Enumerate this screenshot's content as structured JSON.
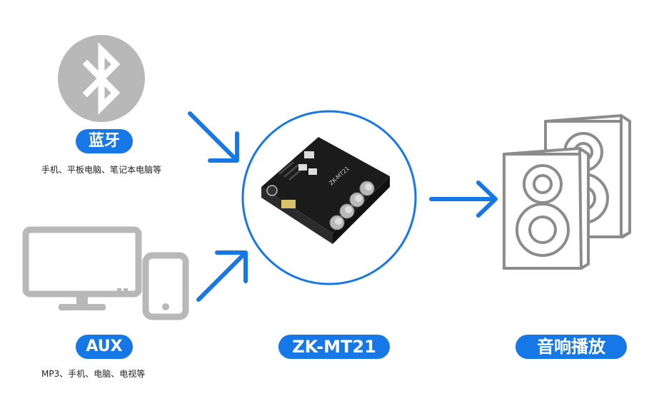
{
  "sources": {
    "bluetooth": {
      "label": "蓝牙",
      "caption": "手机、平板电脑、笔记本电脑等",
      "icon": "bluetooth-icon"
    },
    "aux": {
      "label": "AUX",
      "caption": "MP3、手机、电脑、电视等",
      "icon": "monitor-phone-icon"
    }
  },
  "device": {
    "label": "ZK-MT21",
    "board_text": "ZK-MT21"
  },
  "output": {
    "label": "音响播放",
    "icon": "speaker-icon"
  },
  "colors": {
    "accent": "#1677e6",
    "icon_gray": "#b3b3b3",
    "speaker_gray": "#8c8c8c"
  }
}
